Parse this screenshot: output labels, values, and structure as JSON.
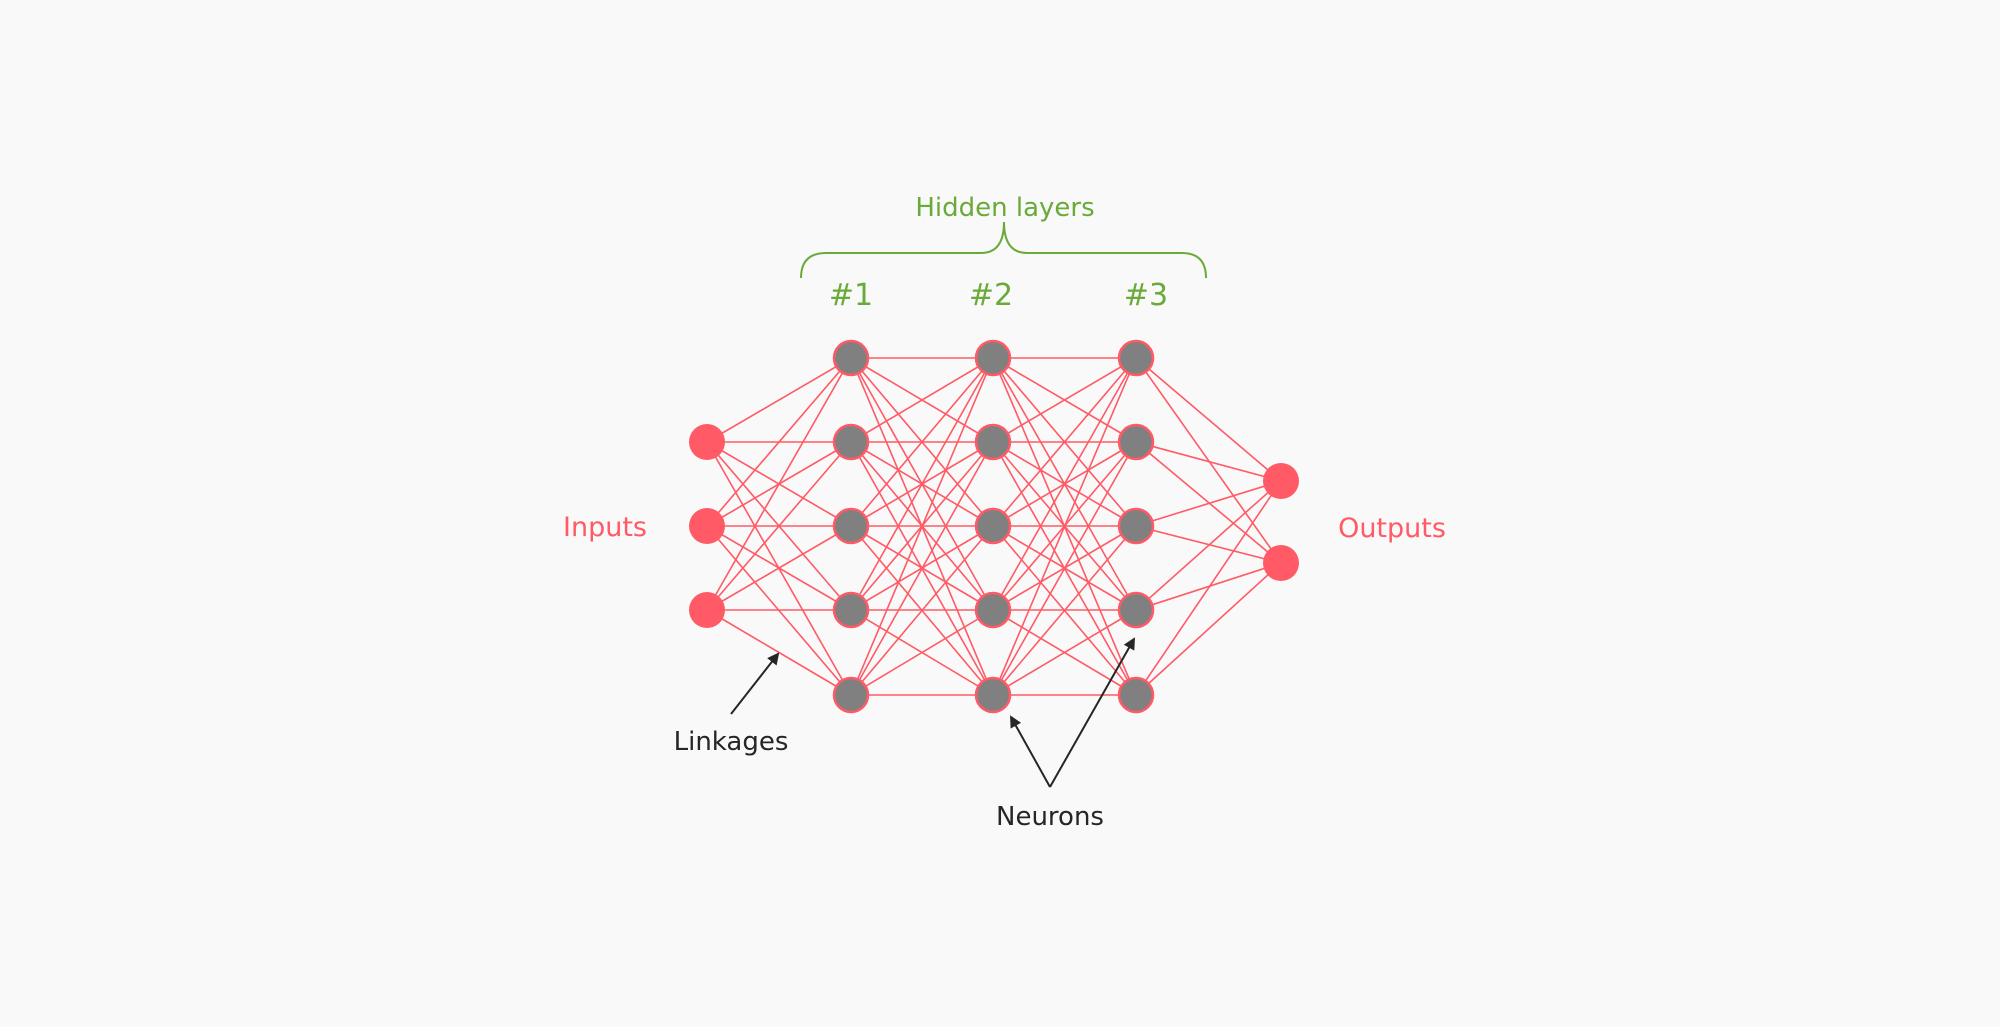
{
  "diagram": {
    "hidden_layers_label": "Hidden layers",
    "layer_labels": [
      "#1",
      "#2",
      "#3"
    ],
    "inputs_label": "Inputs",
    "outputs_label": "Outputs",
    "linkages_label": "Linkages",
    "neurons_label": "Neurons",
    "layers": [
      {
        "role": "input",
        "neurons": 3
      },
      {
        "role": "hidden",
        "neurons": 5
      },
      {
        "role": "hidden",
        "neurons": 5
      },
      {
        "role": "hidden",
        "neurons": 5
      },
      {
        "role": "output",
        "neurons": 2
      }
    ],
    "colors": {
      "background": "#f9f9f9",
      "link": "#ff5a65",
      "input_output_neuron": "#ff5a65",
      "hidden_neuron_fill": "#808080",
      "hidden_neuron_stroke": "#ff5a65",
      "bracket": "#6aaa3a",
      "label_green": "#6aaa3a",
      "label_red": "#ff5a65",
      "annotation": "#262626"
    }
  }
}
